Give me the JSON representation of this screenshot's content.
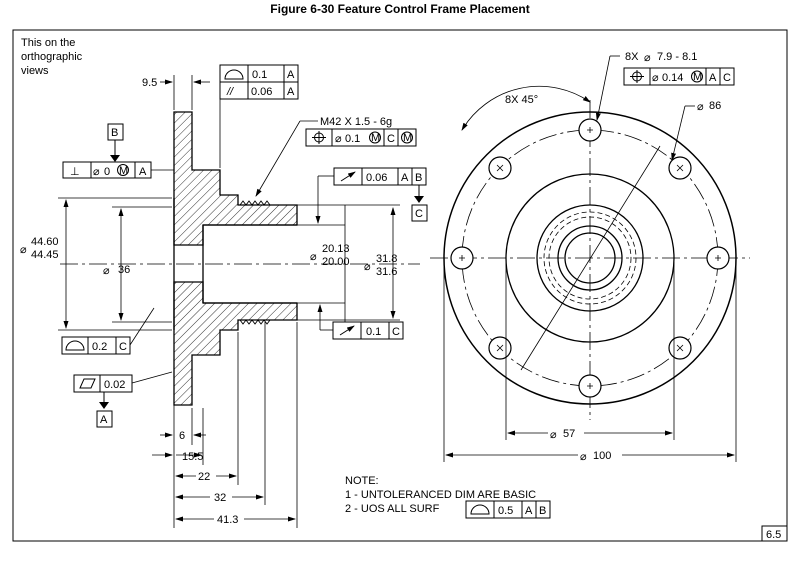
{
  "figure_title": "Figure 6-30 Feature Control Frame Placement",
  "side_note": [
    "This on the",
    "orthographic",
    "views"
  ],
  "page_number": "6.5",
  "dimensions": {
    "d_9_5": "9.5",
    "d_6": "6",
    "d_15_5": "15.5",
    "d_22": "22",
    "d_32": "32",
    "d_41_3": "41.3",
    "dia_44_60": "44.60",
    "dia_44_45": "44.45",
    "dia_36": "36",
    "dia_20_13": "20.13",
    "dia_20_00": "20.00",
    "dia_31_8": "31.8",
    "dia_31_6": "31.6",
    "dia_57": "57",
    "dia_100": "100",
    "dia_86": "86",
    "thread": "M42 X 1.5 - 6g",
    "holes_qty": "8X",
    "holes_size": "7.9 - 8.1",
    "angle": "8X 45°"
  },
  "fcf": {
    "profile_top": {
      "tol": "0.1",
      "datum": "A"
    },
    "parallel": {
      "tol": "0.06",
      "datum": "A"
    },
    "perp_B": {
      "tol": "0",
      "datum": "A"
    },
    "thread_pos": {
      "tol": "0.1",
      "datum": "C"
    },
    "runout_top": {
      "tol": "0.06",
      "d1": "A",
      "d2": "B"
    },
    "runout_bot": {
      "tol": "0.1",
      "d1": "C"
    },
    "profile_C": {
      "tol": "0.2",
      "datum": "C"
    },
    "flatness": {
      "tol": "0.02"
    },
    "holes_pos": {
      "tol": "0.14",
      "d1": "A",
      "d2": "C"
    },
    "note_profile": {
      "tol": "0.5",
      "d1": "A",
      "d2": "B"
    }
  },
  "datums": {
    "A": "A",
    "B": "B",
    "C": "C"
  },
  "symbols": {
    "diameter": "⌀",
    "mmc": "M",
    "parallel": "//",
    "position": "⌖",
    "perpendicular": "⊥",
    "runout": "↗",
    "profile": "⌓",
    "flatness": "▱"
  },
  "note": {
    "heading": "NOTE:",
    "line1": "1 - UNTOLERANCED DIM ARE BASIC",
    "line2": "2 - UOS ALL SURF"
  }
}
